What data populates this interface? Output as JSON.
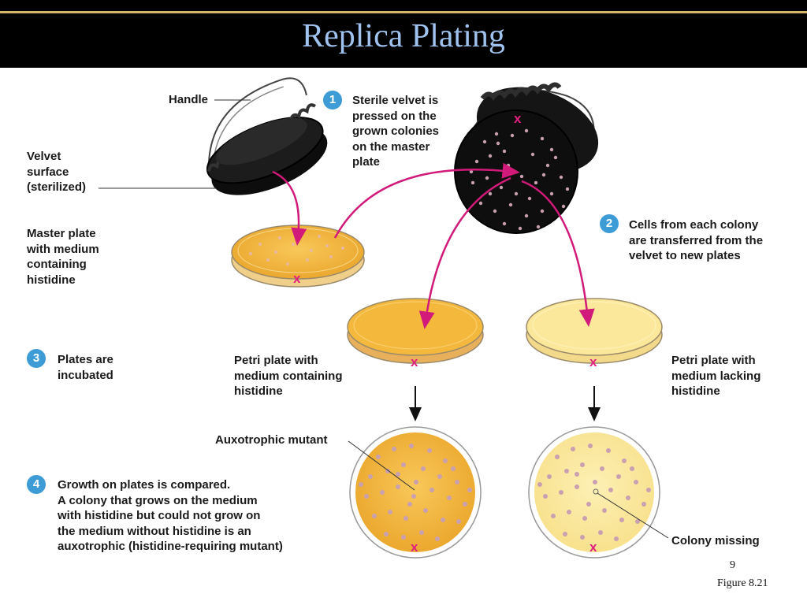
{
  "slide": {
    "title": "Replica Plating",
    "page_number": "9",
    "figure_ref": "Figure 8.21"
  },
  "labels": {
    "handle": "Handle",
    "velvet_surface": "Velvet\nsurface\n(sterilized)",
    "master_plate": "Master plate\nwith medium\ncontaining\nhistidine",
    "petri_with_histidine": "Petri plate with\nmedium containing\nhistidine",
    "petri_lacking_histidine": "Petri plate with\nmedium lacking\nhistidine",
    "auxotrophic_mutant": "Auxotrophic mutant",
    "colony_missing": "Colony missing"
  },
  "steps": [
    {
      "number": "1",
      "text": "Sterile velvet is\npressed on the\ngrown colonies\non the master\nplate"
    },
    {
      "number": "2",
      "text": "Cells from each colony\nare transferred from the\nvelvet to new plates"
    },
    {
      "number": "3",
      "text": "Plates are\nincubated"
    },
    {
      "number": "4",
      "text": "Growth on plates is compared.\nA colony that grows on the medium\nwith histidine but could not grow on\nthe medium without histidine is an\nauxotrophic (histidine-requiring mutant)"
    }
  ],
  "marker": "x",
  "colors": {
    "title_text": "#9fc3ee",
    "title_rule": "#d6b56a",
    "step_badge": "#3d9bd6",
    "arrow": "#d11a7a",
    "marker": "#e0207f",
    "medium_with_histidine": "#f4b93c",
    "medium_lacking_histidine": "#fbe89a",
    "velvet": "#111111",
    "colony": "#c9a0b0"
  }
}
